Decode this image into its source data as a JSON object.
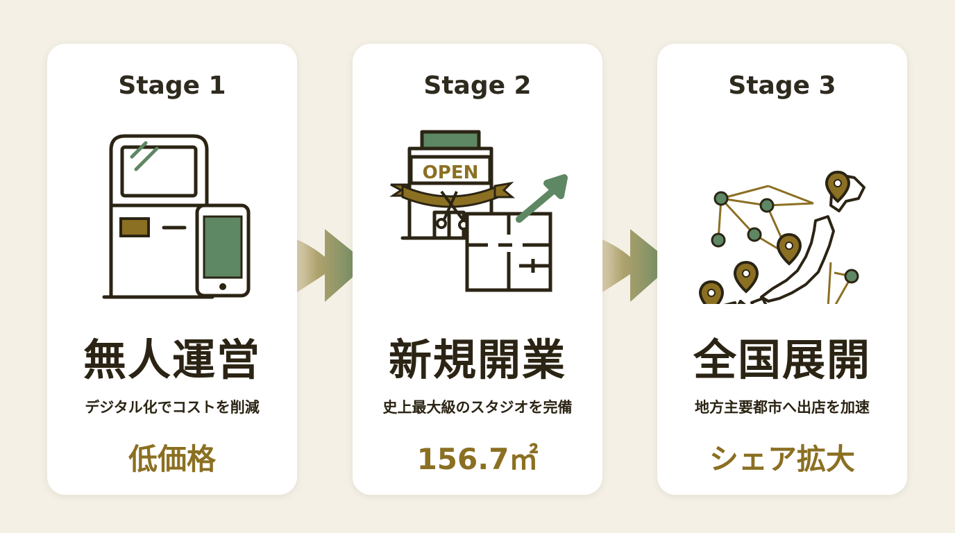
{
  "stages": [
    {
      "stage": "Stage 1",
      "title": "無人運営",
      "desc": "デジタル化でコストを削減",
      "value": "低価格",
      "icon": "kiosk-smartphone-icon"
    },
    {
      "stage": "Stage 2",
      "title": "新規開業",
      "desc": "史上最大級のスタジオを完備",
      "value": "156.7㎡",
      "icon": "store-open-floorplan-icon",
      "sign": "OPEN"
    },
    {
      "stage": "Stage 3",
      "title": "全国展開",
      "desc": "地方主要都市へ出店を加速",
      "value": "シェア拡大",
      "icon": "japan-map-network-icon"
    }
  ],
  "colors": {
    "background": "#f4f0e6",
    "card": "#ffffff",
    "accent_gold": "#8b6f22",
    "accent_green": "#5e8763",
    "ink": "#2b2414"
  }
}
